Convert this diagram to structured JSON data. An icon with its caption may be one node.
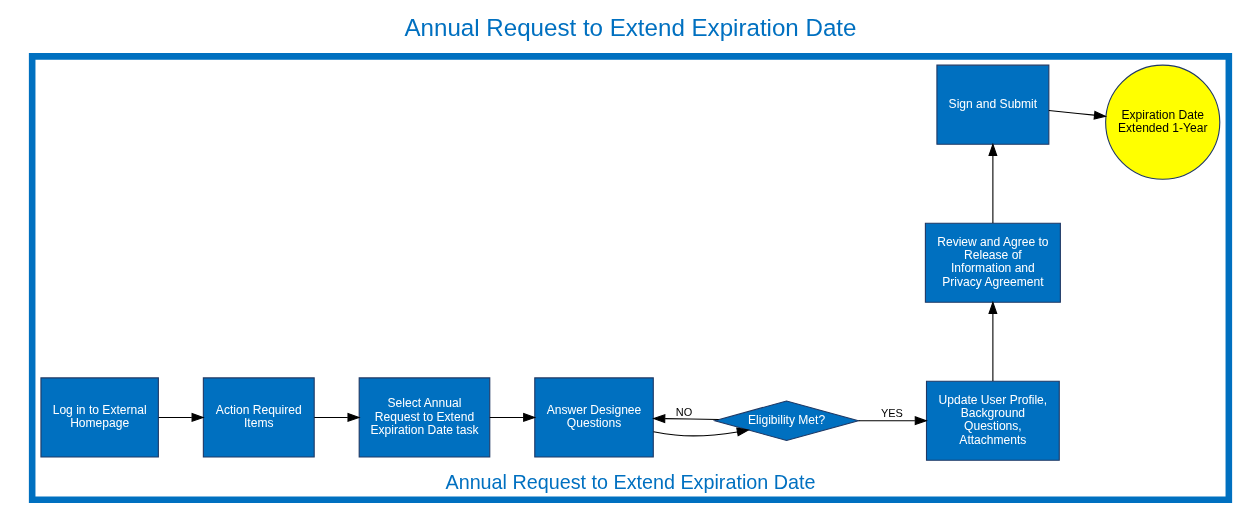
{
  "diagram": {
    "title": "Annual Request to Extend Expiration Date",
    "nodes": [
      {
        "text": [
          "Annual Request to Extend Expiration Date"
        ]
      },
      {
        "text": [
          "Log in to External Homepage"
        ],
        "in": 0
      },
      {
        "text": [
          "Action Required Items"
        ],
        "in": 0
      },
      {
        "text": [
          "Select Annual Request to Extend Expiration Date task"
        ],
        "in": 0
      },
      {
        "text": [
          "Answer Designee Questions"
        ],
        "in": 0
      },
      {
        "text": [
          "Eligibility Met?"
        ],
        "in": 0
      },
      {
        "text": [
          "Update User Profile, Background Questions, Attachments"
        ],
        "in": 0
      },
      {
        "text": [
          "Review and Agree to Release of Information and Privacy Agreement"
        ],
        "in": 0
      },
      {
        "text": [
          "Sign and Submit"
        ],
        "in": 0
      },
      {
        "text": [
          "Expiration Date Extended 1-Year"
        ],
        "in": 0
      }
    ],
    "edges": [
      {
        "from": 1,
        "to": 2,
        "arrow": "to"
      },
      {
        "from": 2,
        "to": 3,
        "arrow": "to"
      },
      {
        "from": 3,
        "to": 4,
        "arrow": "to"
      },
      {
        "from": 4,
        "to": 5,
        "arrow": "to"
      },
      {
        "from": 5,
        "to": 6,
        "arrow": "to",
        "label": "YES"
      },
      {
        "from": 5,
        "to": 4,
        "arrow": "to",
        "label": "NO"
      },
      {
        "from": 6,
        "to": 7,
        "arrow": "to"
      },
      {
        "from": 7,
        "to": 8,
        "arrow": "to"
      },
      {
        "from": 8,
        "to": 9,
        "arrow": "to"
      }
    ]
  }
}
